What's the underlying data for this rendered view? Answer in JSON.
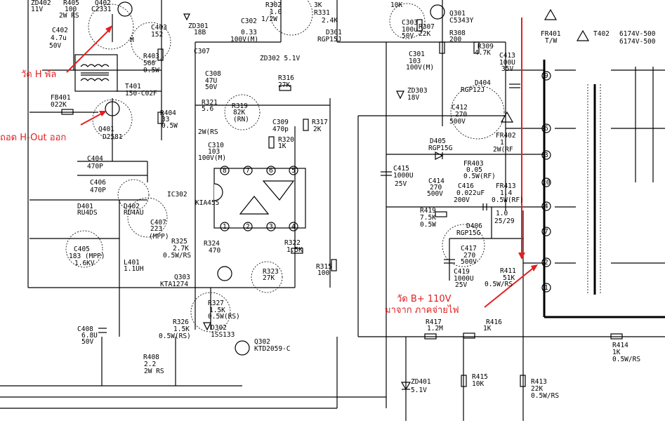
{
  "annotations": {
    "measure_h_pulse": "วัด H พัล",
    "remove_h_out": "ถอด H-Out ออก",
    "measure_b_plus": "วัด B+ 110V",
    "from_power_supply": "มาจาก ภาคจ่ายไฟ"
  },
  "colors": {
    "annotation": "#e02020",
    "wire": "#000000"
  },
  "labels": [
    {
      "id": "l1",
      "text": "ZD402"
    },
    {
      "id": "l2",
      "text": "11V"
    },
    {
      "id": "l3",
      "text": "R405"
    },
    {
      "id": "l4",
      "text": "100"
    },
    {
      "id": "l5",
      "text": "2W RS"
    },
    {
      "id": "l6",
      "text": "Q402"
    },
    {
      "id": "l7",
      "text": "C2331"
    },
    {
      "id": "l8",
      "text": "C402"
    },
    {
      "id": "l9",
      "text": "4.7u"
    },
    {
      "id": "l10",
      "text": "50V"
    },
    {
      "id": "l11",
      "text": "C403"
    },
    {
      "id": "l12",
      "text": "152"
    },
    {
      "id": "l13",
      "text": "M"
    },
    {
      "id": "l14",
      "text": "R403"
    },
    {
      "id": "l15",
      "text": "560"
    },
    {
      "id": "l16",
      "text": "0.5W"
    },
    {
      "id": "l17",
      "text": "T401"
    },
    {
      "id": "l18",
      "text": "150-C02F"
    },
    {
      "id": "l19",
      "text": "FB401"
    },
    {
      "id": "l20",
      "text": "022K"
    },
    {
      "id": "l21",
      "text": "R404"
    },
    {
      "id": "l22",
      "text": "33"
    },
    {
      "id": "l23",
      "text": "0.5W"
    },
    {
      "id": "l24",
      "text": "Q401"
    },
    {
      "id": "l25",
      "text": "D2581"
    },
    {
      "id": "l26",
      "text": "C404"
    },
    {
      "id": "l27",
      "text": "470P"
    },
    {
      "id": "l28",
      "text": "C406"
    },
    {
      "id": "l29",
      "text": "470P"
    },
    {
      "id": "l30",
      "text": "D401"
    },
    {
      "id": "l31",
      "text": "RU4DS"
    },
    {
      "id": "l32",
      "text": "D402"
    },
    {
      "id": "l33",
      "text": "RU4AU"
    },
    {
      "id": "l34",
      "text": "C407"
    },
    {
      "id": "l35",
      "text": "223"
    },
    {
      "id": "l36",
      "text": "(MPP)"
    },
    {
      "id": "l37",
      "text": "C405"
    },
    {
      "id": "l38",
      "text": "183 (MPP)"
    },
    {
      "id": "l39",
      "text": "1.6KV"
    },
    {
      "id": "l40",
      "text": "L401"
    },
    {
      "id": "l41",
      "text": "1.1UH"
    },
    {
      "id": "l42",
      "text": "C408"
    },
    {
      "id": "l43",
      "text": "6.8U"
    },
    {
      "id": "l44",
      "text": "50V"
    },
    {
      "id": "l45",
      "text": "R408"
    },
    {
      "id": "l46",
      "text": "2.2"
    },
    {
      "id": "l47",
      "text": "2W RS"
    },
    {
      "id": "l48",
      "text": "ZD301"
    },
    {
      "id": "l49",
      "text": "18B"
    },
    {
      "id": "l50",
      "text": "C307"
    },
    {
      "id": "l51",
      "text": "C302"
    },
    {
      "id": "l52",
      "text": "0.33"
    },
    {
      "id": "l53",
      "text": "100V(M)"
    },
    {
      "id": "l54",
      "text": "R302"
    },
    {
      "id": "l55",
      "text": "1.0"
    },
    {
      "id": "l56",
      "text": "1/2W"
    },
    {
      "id": "l57",
      "text": "3K"
    },
    {
      "id": "l58",
      "text": "R331"
    },
    {
      "id": "l59",
      "text": "2.4K"
    },
    {
      "id": "l60",
      "text": "D301"
    },
    {
      "id": "l61",
      "text": "RGP15J"
    },
    {
      "id": "l62",
      "text": "ZD302 5.1V"
    },
    {
      "id": "l63",
      "text": "C308"
    },
    {
      "id": "l64",
      "text": "47U"
    },
    {
      "id": "l65",
      "text": "50V"
    },
    {
      "id": "l66",
      "text": "R316"
    },
    {
      "id": "l67",
      "text": "27K"
    },
    {
      "id": "l68",
      "text": "R319"
    },
    {
      "id": "l69",
      "text": "82K"
    },
    {
      "id": "l70",
      "text": "(RN)"
    },
    {
      "id": "l71",
      "text": "R321"
    },
    {
      "id": "l72",
      "text": "5.6"
    },
    {
      "id": "l73",
      "text": "2W(RS"
    },
    {
      "id": "l74",
      "text": "C309"
    },
    {
      "id": "l75",
      "text": "470p"
    },
    {
      "id": "l76",
      "text": "R317"
    },
    {
      "id": "l77",
      "text": "2K"
    },
    {
      "id": "l78",
      "text": "C310"
    },
    {
      "id": "l79",
      "text": "103"
    },
    {
      "id": "l80",
      "text": "100V(M)"
    },
    {
      "id": "l81",
      "text": "R320"
    },
    {
      "id": "l82",
      "text": "1K"
    },
    {
      "id": "l83",
      "text": "IC302"
    },
    {
      "id": "l84",
      "text": "KIA455"
    },
    {
      "id": "l85",
      "text": "R325"
    },
    {
      "id": "l86",
      "text": "2.7K"
    },
    {
      "id": "l87",
      "text": "0.5W/RS"
    },
    {
      "id": "l88",
      "text": "R324"
    },
    {
      "id": "l89",
      "text": "470"
    },
    {
      "id": "l90",
      "text": "R322"
    },
    {
      "id": "l91",
      "text": "1.5K"
    },
    {
      "id": "l92",
      "text": "R323"
    },
    {
      "id": "l93",
      "text": "27K"
    },
    {
      "id": "l94",
      "text": "R315"
    },
    {
      "id": "l95",
      "text": "100"
    },
    {
      "id": "l96",
      "text": "Q303"
    },
    {
      "id": "l97",
      "text": "KTA1274"
    },
    {
      "id": "l98",
      "text": "R327"
    },
    {
      "id": "l99",
      "text": "1.5K"
    },
    {
      "id": "l100",
      "text": "0.5W(RS)"
    },
    {
      "id": "l101",
      "text": "R326"
    },
    {
      "id": "l102",
      "text": "1.5K"
    },
    {
      "id": "l103",
      "text": "0.5W(RS)"
    },
    {
      "id": "l104",
      "text": "D302"
    },
    {
      "id": "l105",
      "text": "1SS133"
    },
    {
      "id": "l106",
      "text": "Q302"
    },
    {
      "id": "l107",
      "text": "KTD2059-C"
    },
    {
      "id": "l108",
      "text": "10K"
    },
    {
      "id": "l109",
      "text": "Q301"
    },
    {
      "id": "l110",
      "text": "C5343Y"
    },
    {
      "id": "l111",
      "text": "C303"
    },
    {
      "id": "l112",
      "text": "100u"
    },
    {
      "id": "l113",
      "text": "50V"
    },
    {
      "id": "l114",
      "text": "R307"
    },
    {
      "id": "l115",
      "text": "22K"
    },
    {
      "id": "l116",
      "text": "R308"
    },
    {
      "id": "l117",
      "text": "200"
    },
    {
      "id": "l118",
      "text": "R309"
    },
    {
      "id": "l119",
      "text": "4.7K"
    },
    {
      "id": "l120",
      "text": "C301"
    },
    {
      "id": "l121",
      "text": "103"
    },
    {
      "id": "l122",
      "text": "100V(M)"
    },
    {
      "id": "l123",
      "text": "ZD303"
    },
    {
      "id": "l124",
      "text": "18V"
    },
    {
      "id": "l125",
      "text": "C413"
    },
    {
      "id": "l126",
      "text": "100U"
    },
    {
      "id": "l127",
      "text": "35V"
    },
    {
      "id": "l128",
      "text": "D404"
    },
    {
      "id": "l129",
      "text": "RGP12J"
    },
    {
      "id": "l130",
      "text": "C412"
    },
    {
      "id": "l131",
      "text": "270"
    },
    {
      "id": "l132",
      "text": "500V"
    },
    {
      "id": "l133",
      "text": "FR402"
    },
    {
      "id": "l134",
      "text": "1"
    },
    {
      "id": "l135",
      "text": "2W(RF"
    },
    {
      "id": "l136",
      "text": "D405"
    },
    {
      "id": "l137",
      "text": "RGP15G"
    },
    {
      "id": "l138",
      "text": "FR403"
    },
    {
      "id": "l139",
      "text": "0.05"
    },
    {
      "id": "l140",
      "text": "0.5W(RF)"
    },
    {
      "id": "l141",
      "text": "C415"
    },
    {
      "id": "l142",
      "text": "1000U"
    },
    {
      "id": "l143",
      "text": "25V"
    },
    {
      "id": "l144",
      "text": "C414"
    },
    {
      "id": "l145",
      "text": "270"
    },
    {
      "id": "l146",
      "text": "500V"
    },
    {
      "id": "l147",
      "text": "C416"
    },
    {
      "id": "l148",
      "text": "0.022uF"
    },
    {
      "id": "l149",
      "text": "200V"
    },
    {
      "id": "l150",
      "text": "FR413"
    },
    {
      "id": "l151",
      "text": "1.4"
    },
    {
      "id": "l152",
      "text": "0.5W(RF)"
    },
    {
      "id": "l153",
      "text": "R419"
    },
    {
      "id": "l154",
      "text": "7.5K"
    },
    {
      "id": "l155",
      "text": "0.5W"
    },
    {
      "id": "l156",
      "text": "1.0"
    },
    {
      "id": "l157",
      "text": "25/29"
    },
    {
      "id": "l158",
      "text": "D406"
    },
    {
      "id": "l159",
      "text": "RGP15G"
    },
    {
      "id": "l160",
      "text": "C417"
    },
    {
      "id": "l161",
      "text": "270"
    },
    {
      "id": "l162",
      "text": "500V"
    },
    {
      "id": "l163",
      "text": "C419"
    },
    {
      "id": "l164",
      "text": "1000U"
    },
    {
      "id": "l165",
      "text": "25V"
    },
    {
      "id": "l166",
      "text": "R411"
    },
    {
      "id": "l167",
      "text": "51K"
    },
    {
      "id": "l168",
      "text": "0.5W/RS"
    },
    {
      "id": "l169",
      "text": "R417"
    },
    {
      "id": "l170",
      "text": "1.2M"
    },
    {
      "id": "l171",
      "text": "R416"
    },
    {
      "id": "l172",
      "text": "1K"
    },
    {
      "id": "l173",
      "text": "R414"
    },
    {
      "id": "l174",
      "text": "1K"
    },
    {
      "id": "l175",
      "text": "0.5W/RS"
    },
    {
      "id": "l176",
      "text": "ZD401"
    },
    {
      "id": "l177",
      "text": "5.1V"
    },
    {
      "id": "l178",
      "text": "R415"
    },
    {
      "id": "l179",
      "text": "10K"
    },
    {
      "id": "l180",
      "text": "R413"
    },
    {
      "id": "l181",
      "text": "22K"
    },
    {
      "id": "l182",
      "text": "0.5W/RS"
    },
    {
      "id": "l183",
      "text": "FR401"
    },
    {
      "id": "l184",
      "text": "T/W"
    },
    {
      "id": "l185",
      "text": "T402"
    },
    {
      "id": "l186",
      "text": "6174V-500"
    },
    {
      "id": "l187",
      "text": "6174V-500"
    }
  ],
  "ic_pins": [
    "8",
    "7",
    "6",
    "5",
    "1",
    "2",
    "3",
    "4"
  ],
  "fbt_pins": [
    "9",
    "6",
    "3",
    "10",
    "4",
    "7",
    "2",
    "1"
  ]
}
